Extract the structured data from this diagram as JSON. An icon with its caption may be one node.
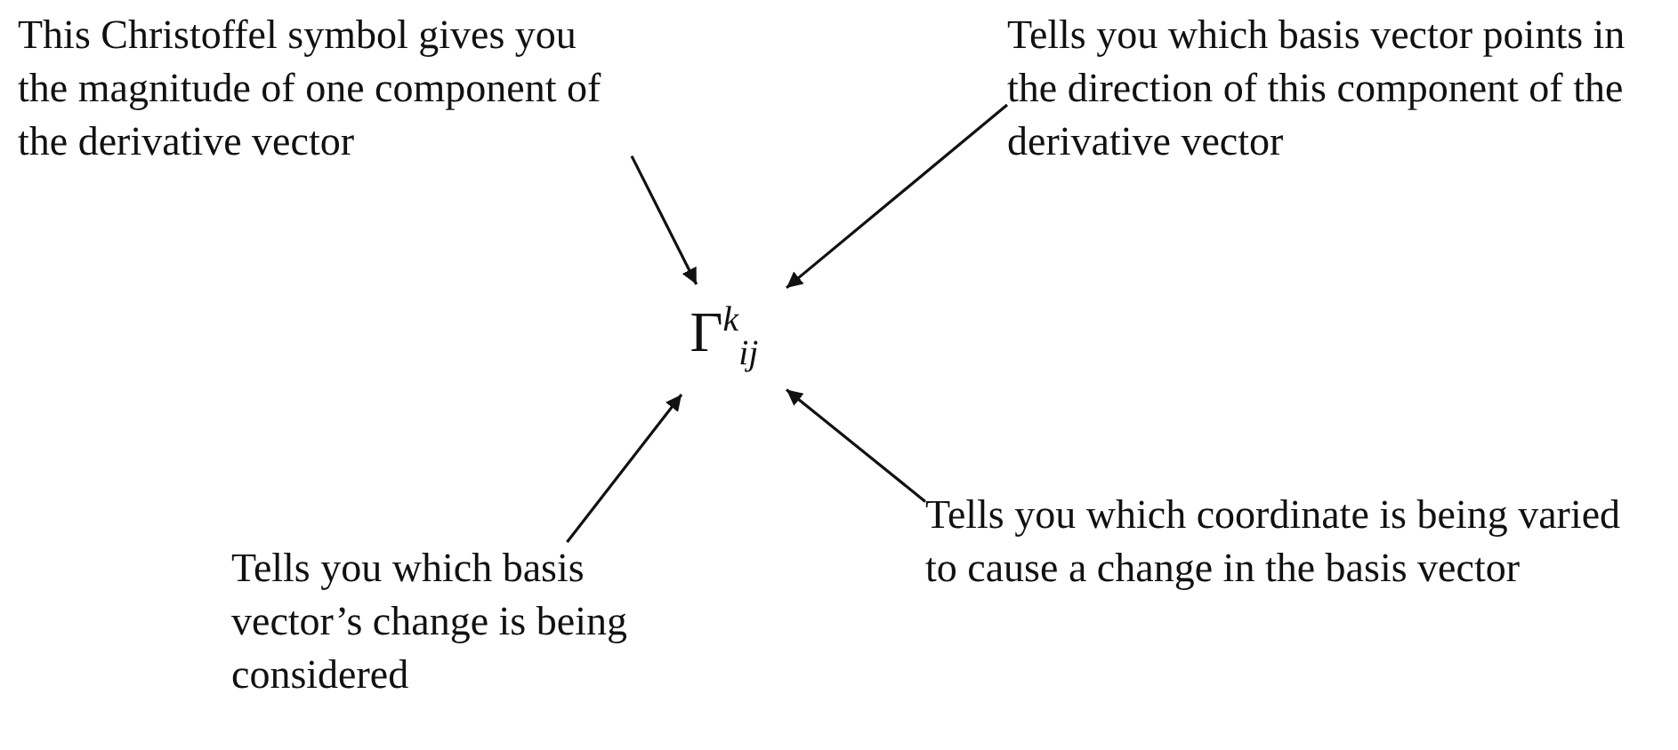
{
  "diagram": {
    "nodes": [
      {
        "text": [
          "This Christoffel symbol gives you the magnitude of one component of the derivative vector"
        ]
      },
      {
        "text": [
          "Tells you which basis vector points in the direction of this component of the derivative vector"
        ]
      },
      {
        "text": [
          "Γ$^{k}$$_{ij}$"
        ]
      },
      {
        "text": [
          "Tells you which basis vector’s change is being considered"
        ]
      },
      {
        "text": [
          "Tells you which coordinate is being varied to cause a change in the basis vector"
        ]
      }
    ],
    "edges": [
      {
        "from": 0,
        "to": 2,
        "arrow": "to"
      },
      {
        "from": 1,
        "to": 2,
        "arrow": "to"
      },
      {
        "from": 3,
        "to": 2,
        "arrow": "to"
      },
      {
        "from": 4,
        "to": 2,
        "arrow": "to"
      }
    ]
  }
}
